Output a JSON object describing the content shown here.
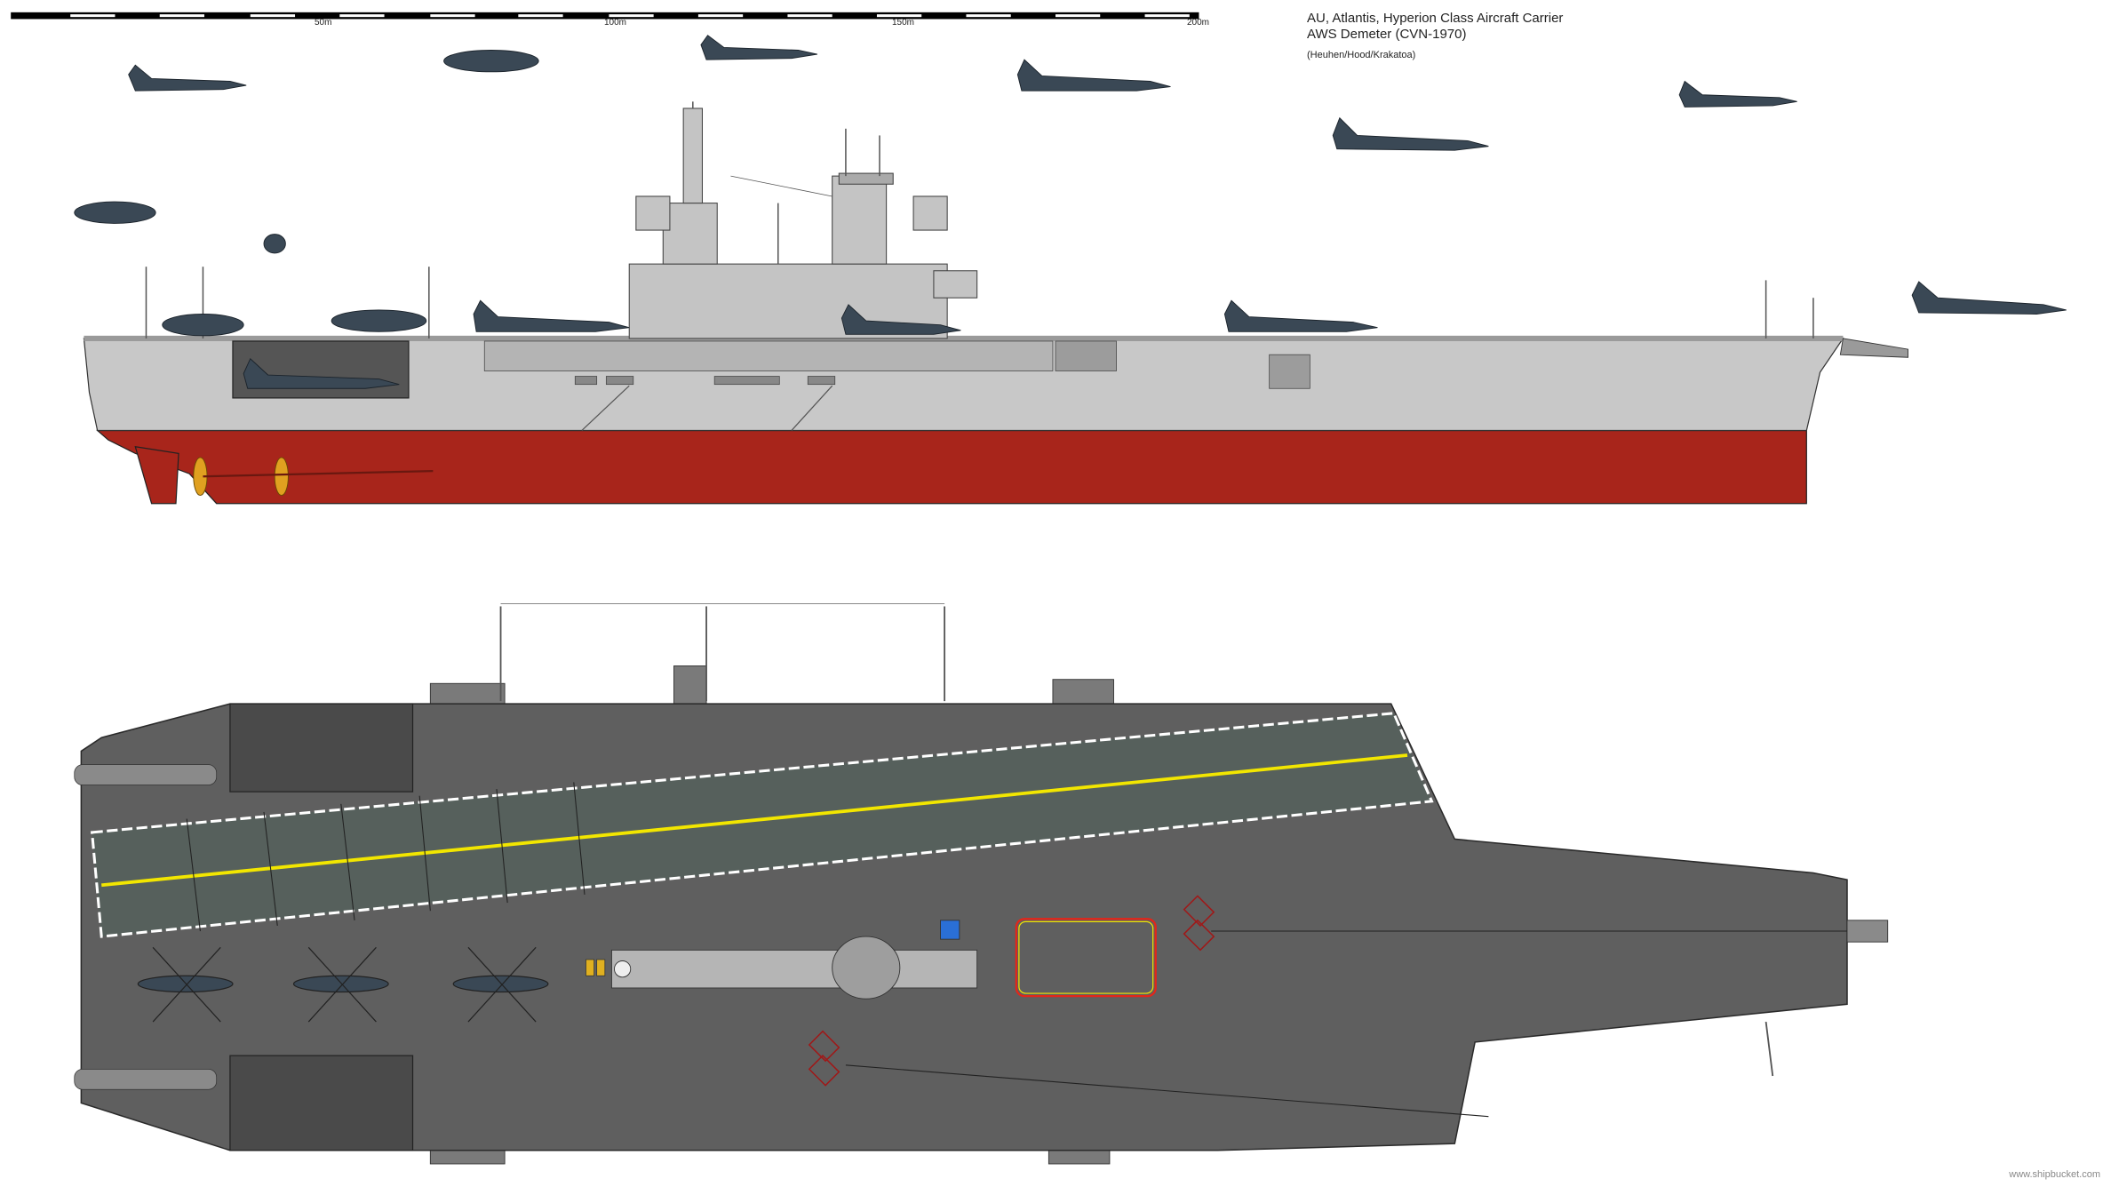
{
  "title": {
    "line1": "AU, Atlantis, Hyperion Class Aircraft Carrier",
    "line2": "AWS Demeter (CVN-1970)",
    "credits": "(Heuhen/Hood/Krakatoa)"
  },
  "scale_bar": {
    "ticks": [
      "50m",
      "100m",
      "150m",
      "200m"
    ]
  },
  "watermark": "www.shipbucket.com",
  "colors": {
    "hull_red": "#a8251b",
    "hull_grey": "#c8c8c8",
    "deck": "#5f5f5f",
    "runway": "#56605c",
    "centerline": "#f2e600"
  }
}
